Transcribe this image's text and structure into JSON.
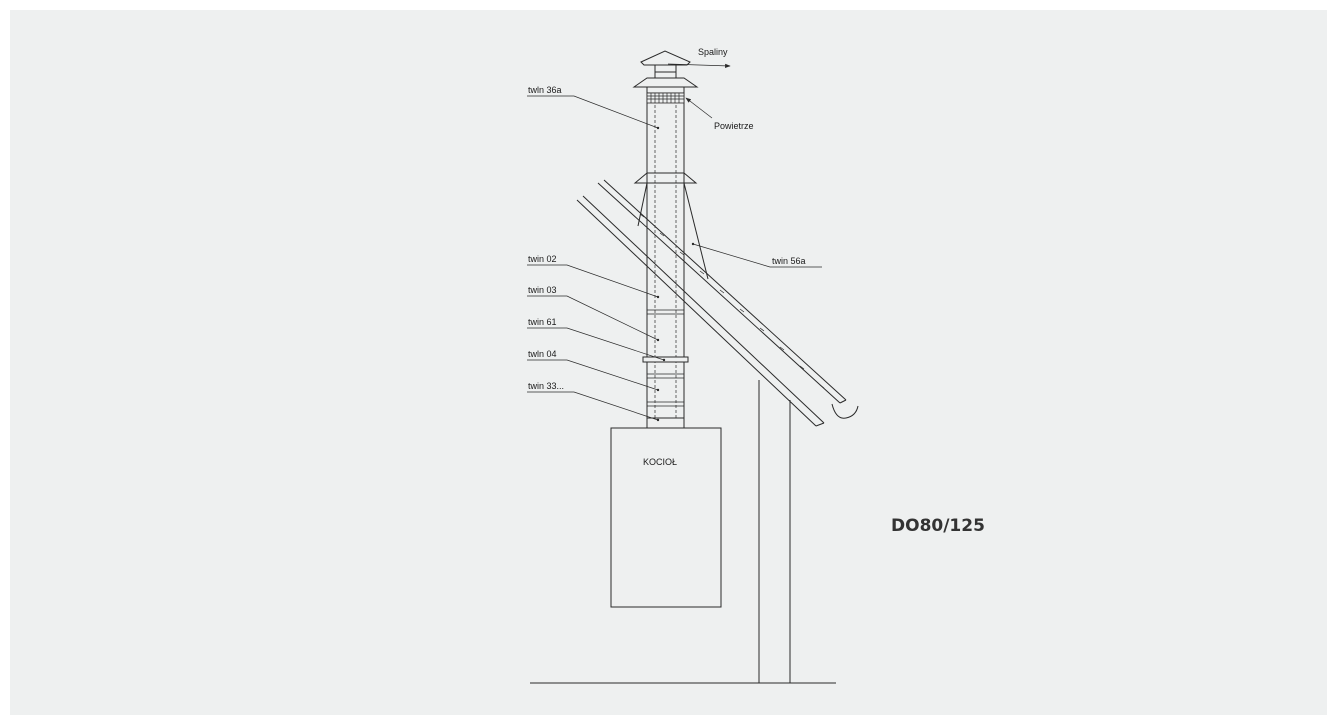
{
  "labels": {
    "spaliny": "Spaliny",
    "powietrze": "Powietrze",
    "twin36a": "twln 36a",
    "twin56a": "twin 56a",
    "twin02": "twin 02",
    "twin03": "twin 03",
    "twin61": "twin 61",
    "twin04": "twln 04",
    "twin33": "twin 33...",
    "kociol": "KOCIOŁ"
  },
  "model": "DO80/125",
  "colors": {
    "background": "#eef0f0",
    "line": "#2a2a2a",
    "model_text": "#333333"
  }
}
